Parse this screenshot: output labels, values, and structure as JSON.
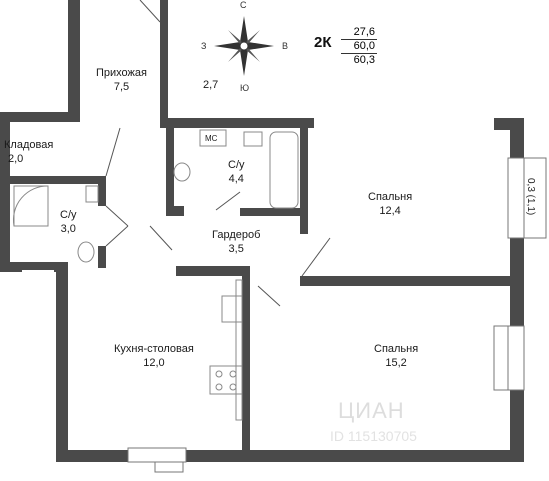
{
  "summary": {
    "rooms": "2К",
    "areas": [
      "27,6",
      "60,0",
      "60,3"
    ]
  },
  "compass": {
    "north": "С",
    "south": "Ю",
    "west": "З",
    "east": "В"
  },
  "ceiling_height": "2,7",
  "balcony_note": "0,3 (1,1)",
  "rooms": [
    {
      "id": "hall",
      "name": "Прихожая",
      "area": "7,5"
    },
    {
      "id": "storage",
      "name": "Кладовая",
      "area": "2,0"
    },
    {
      "id": "bath1",
      "name": "С/у",
      "area": "3,0"
    },
    {
      "id": "bath2",
      "name": "С/у",
      "area": "4,4"
    },
    {
      "id": "wardrobe",
      "name": "Гардероб",
      "area": "3,5"
    },
    {
      "id": "bedroom1",
      "name": "Спальня",
      "area": "12,4"
    },
    {
      "id": "kitchen",
      "name": "Кухня-столовая",
      "area": "12,0"
    },
    {
      "id": "bedroom2",
      "name": "Спальня",
      "area": "15,2"
    }
  ],
  "appliance_labels": {
    "washer": "МС"
  },
  "watermark": [
    "ЦИАН",
    "ID 115130705"
  ]
}
